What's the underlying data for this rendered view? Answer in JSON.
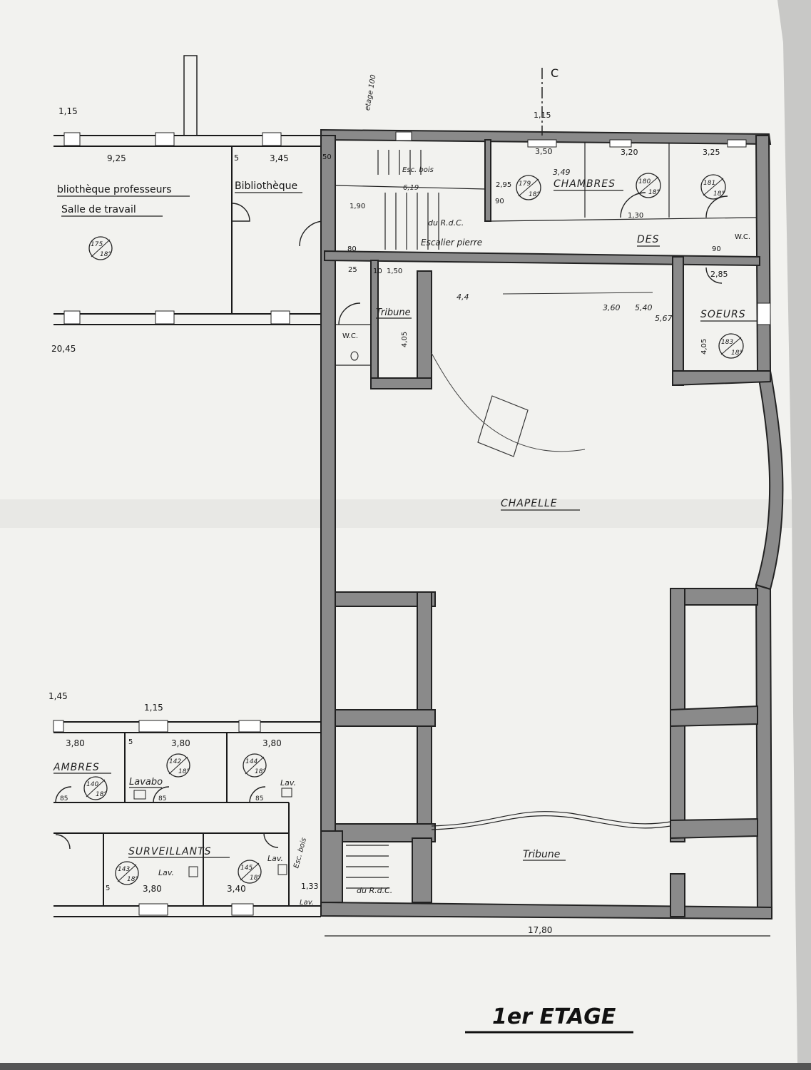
{
  "title": "1er ETAGE",
  "section_marker": "C",
  "colors": {
    "paper": "#f2f2ef",
    "wall": "#8a8a8a",
    "ink": "#151515",
    "background": "#c8c8c6"
  },
  "rooms": {
    "bibliotheque_professeurs": "bliothèque professeurs",
    "salle_de_travail": "Salle de travail",
    "bibliotheque": "Bibliothèque",
    "chambres_top": "CHAMBRES",
    "des": "DES",
    "wc_top": "W.C.",
    "soeurs": "SOEURS",
    "tribune_top": "Tribune",
    "wc_left": "W.C.",
    "chapelle": "CHAPELLE",
    "tribune_bottom": "Tribune",
    "chambres_bottom": "AMBRES",
    "lavabo": "Lavabo",
    "surveillants": "SURVEILLANTS",
    "lav1": "Lav.",
    "lav2": "Lav.",
    "lav3": "Lav.",
    "lav4": "Lav.",
    "escalier_pierre": "Escalier pierre",
    "esc_bois_top": "Esc. bois",
    "esc_bois_bottom": "Esc. bois",
    "rdc_top": "du R.d.C.",
    "rdc_bottom": "du R.d.C."
  },
  "room_numbers": {
    "r175": "175",
    "r179": "179",
    "r180": "180",
    "r181": "181",
    "r183": "183",
    "r140": "140",
    "r142": "142",
    "r144": "144",
    "r143": "143",
    "r145": "145",
    "floor": "18°"
  },
  "dimensions": {
    "d1_15_top_left": "1,15",
    "d9_25": "9,25",
    "d5_lib": "5",
    "d3_45": "3,45",
    "d50": "50",
    "d1_15_top_right": "1,15",
    "d3_50": "3,50",
    "d3_20": "3,20",
    "d3_25": "3,25",
    "d2_95": "2,95",
    "d90": "90",
    "d1_90": "1,90",
    "d6_19": "6,19",
    "d1_30": "1,30",
    "d90_b": "90",
    "d2_85": "2,85",
    "d80": "80",
    "d25": "25",
    "d10": "10",
    "d1_50": "1,50",
    "d4_05a": "4,05",
    "d4_05b": "4,05",
    "d20_45": "20,45",
    "d1_45": "1,45",
    "d1_15_bottom": "1,15",
    "d3_80a": "3,80",
    "d3_80b": "3,80",
    "d3_80c": "3,80",
    "d3_80d": "3,80",
    "d3_40": "3,40",
    "d1_33": "1,33",
    "d17_80": "17,80",
    "d5a": "5",
    "d5b": "5",
    "d85a": "85",
    "d85b": "85",
    "d85c": "85"
  },
  "annotations": {
    "etage": "etage 100",
    "pencil_1": "3,60",
    "pencil_2": "5,40",
    "pencil_3": "5,67",
    "pencil_4": "3,49",
    "pencil_5": "4,4"
  }
}
